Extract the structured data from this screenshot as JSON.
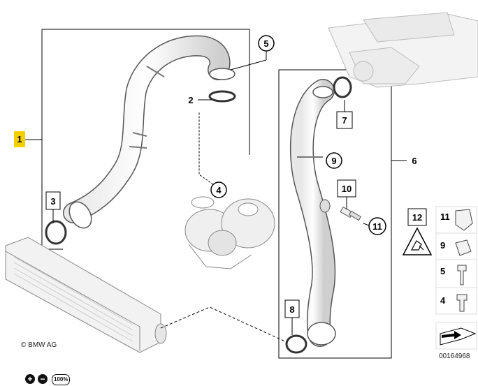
{
  "callouts": {
    "c1": "1",
    "c2": "2",
    "c3": "3",
    "c4": "4",
    "c5": "5",
    "c6": "6",
    "c7": "7",
    "c8": "8",
    "c9": "9",
    "c10": "10",
    "c11": "11",
    "c12": "12"
  },
  "legend": {
    "k11": "11",
    "k9": "9",
    "k5": "5",
    "k4": "4"
  },
  "copyright": "© BMW AG",
  "diagram_id": "00164968",
  "controls": {
    "zoom_in": "+",
    "zoom_out": "−",
    "zoom_level": "100%"
  },
  "colors": {
    "highlight": "#f5d000",
    "line": "#000000",
    "part_stroke": "#555555"
  }
}
